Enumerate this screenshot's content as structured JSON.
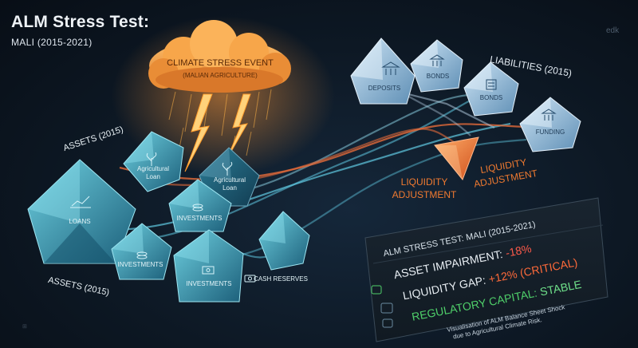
{
  "header": {
    "title": "ALM Stress Test:",
    "subtitle": "MALI (2015-2021)",
    "watermark": "edk",
    "corner_mark": "⊞"
  },
  "storm": {
    "title": "CLIMATE STRESS EVENT",
    "subtitle": "(MALIAN AGRICULTURE)"
  },
  "assets": {
    "label_top": "ASSETS (2015)",
    "label_bottom": "ASSETS (2015)",
    "nodes": {
      "loans": "LOANS",
      "agri_loan_1_line1": "Agricultural",
      "agri_loan_1_line2": "Loan",
      "agri_loan_2_line1": "Agricultural",
      "agri_loan_2_line2": "Loan",
      "investments_top": "INVESTMENTS",
      "investments_left": "INVESTMENTS",
      "investments_bottom": "INVESTMENTS",
      "cash_reserves": "CASH RESERVES"
    }
  },
  "liabilities": {
    "label": "LIABILITIES (2015)",
    "nodes": {
      "deposits": "DEPOSITS",
      "bonds_1": "BONDS",
      "bonds_2": "BONDS",
      "funding": "FUNDING"
    }
  },
  "liquidity": {
    "label_left_line1": "LIQUIDITY",
    "label_left_line2": "ADJUSTMENT",
    "label_right_line1": "LIQUIDITY",
    "label_right_line2": "ADJUSTMENT"
  },
  "panel": {
    "title": "ALM STRESS TEST: MALI (2015-2021)",
    "asset_label": "ASSET IMPAIRMENT:",
    "asset_value": "-18%",
    "gap_label": "LIQUIDITY GAP:",
    "gap_value": "+12% (CRITICAL)",
    "capital_label": "REGULATORY CAPITAL:",
    "capital_value": "STABLE",
    "footnote_line1": "Visualisation of ALM Balance Sheet Shock",
    "footnote_line2": "due to Agricultural Climate Risk."
  },
  "colors": {
    "background": "#0c1420",
    "asset_crystal": "#3f9fb8",
    "liability_crystal": "#8fb8d8",
    "storm_orange": "#f29a3c",
    "lightning": "#ffb347",
    "liquidity_orange": "#f07a30",
    "negative_red": "#ff5a4a",
    "critical_orange": "#ff6a3a",
    "stable_green": "#4fd06a"
  }
}
